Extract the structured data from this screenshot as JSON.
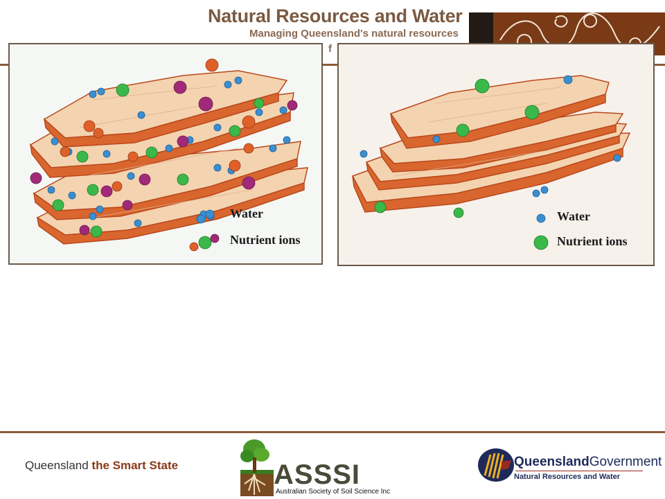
{
  "header": {
    "title": "Natural Resources and Water",
    "tagline": "Managing Queensland's natural resources",
    "tagline_fragment": "f",
    "colors": {
      "brand_brown": "#7a5a42",
      "banner": "#7a3a16"
    }
  },
  "left_diagram": {
    "legend": {
      "water": "Water",
      "nutrient_ions": "Nutrient ions"
    }
  },
  "right_diagram": {
    "legend": {
      "water": "Water",
      "nutrient_ions": "Nutrient ions"
    }
  },
  "colors": {
    "water": "#3a8fd0",
    "nutrient_green": "#3bb84a",
    "nutrient_orange": "#e0602a",
    "nutrient_purple": "#a02a78",
    "clay_top": "#f4d3b0",
    "clay_edge": "#d9662e"
  },
  "footer": {
    "left_text_plain": "Queensland ",
    "left_text_accent": "the Smart State",
    "asssi_name": "ASSSI",
    "asssi_full": "Australian Society of Soil Science Inc",
    "qg_name_1": "Queensland",
    "qg_name_2": "Government",
    "qg_dept": "Natural Resources and Water"
  }
}
